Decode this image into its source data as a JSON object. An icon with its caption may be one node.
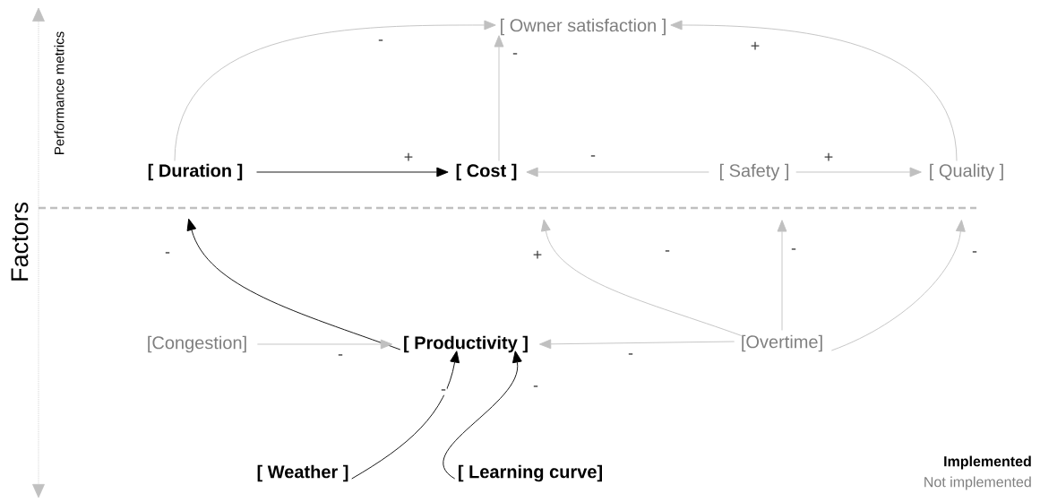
{
  "diagram": {
    "nodes": [
      {
        "text": [
          "[ Owner satisfaction ]"
        ]
      },
      {
        "text": [
          "[ Duration ]"
        ]
      },
      {
        "text": [
          "[ Cost ]"
        ]
      },
      {
        "text": [
          "[ Safety ]"
        ]
      },
      {
        "text": [
          "[ Quality ]"
        ]
      },
      {
        "text": [
          "[Congestion]"
        ]
      },
      {
        "text": [
          "[ Productivity ]"
        ]
      },
      {
        "text": [
          "[Overtime]"
        ]
      },
      {
        "text": [
          "[ Weather ]"
        ]
      },
      {
        "text": [
          "[ Learning curve]"
        ]
      }
    ],
    "edges": [
      {
        "from": 1,
        "to": 0,
        "arrow": "to",
        "label": "-"
      },
      {
        "from": 2,
        "to": 0,
        "arrow": "to",
        "label": "-"
      },
      {
        "from": 4,
        "to": 0,
        "arrow": "to",
        "label": "+"
      },
      {
        "from": 1,
        "to": 2,
        "arrow": "to",
        "label": "+",
        "color": "#000000"
      },
      {
        "from": 3,
        "to": 2,
        "arrow": "to",
        "label": "-"
      },
      {
        "from": 3,
        "to": 4,
        "arrow": "to",
        "label": "+"
      },
      {
        "from": 6,
        "to": 1,
        "arrow": "to",
        "label": "-",
        "color": "#000000"
      },
      {
        "from": 7,
        "to": 2,
        "arrow": "to",
        "label": "+"
      },
      {
        "from": 7,
        "to": 3,
        "arrow": "to",
        "label": "-"
      },
      {
        "from": 7,
        "to": 4,
        "arrow": "to",
        "label": "-"
      },
      {
        "from": 5,
        "to": 6,
        "arrow": "to",
        "label": "-"
      },
      {
        "from": 7,
        "to": 6,
        "arrow": "to",
        "label": "-"
      },
      {
        "from": 8,
        "to": 6,
        "arrow": "to",
        "label": "-",
        "color": "#000000"
      },
      {
        "from": 9,
        "to": 6,
        "arrow": "to",
        "label": "-",
        "color": "#000000"
      }
    ],
    "labels": [
      "Performance metrics",
      "Factors",
      "-"
    ],
    "legend": [
      {
        "text": "Implemented"
      },
      {
        "text": "Not implemented"
      }
    ]
  }
}
